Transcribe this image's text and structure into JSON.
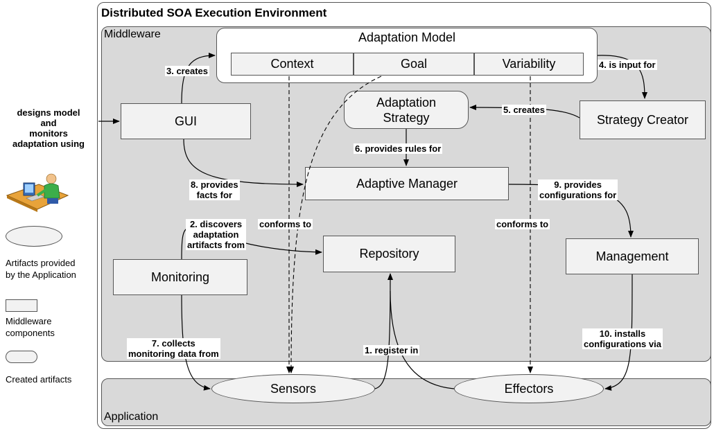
{
  "environment_title": "Distributed SOA Execution Environment",
  "regions": {
    "middleware": "Middleware",
    "application": "Application"
  },
  "model": {
    "title": "Adaptation Model",
    "context": "Context",
    "goal": "Goal",
    "variability": "Variability"
  },
  "components": {
    "gui": "GUI",
    "strategy_line1": "Adaptation",
    "strategy_line2": "Strategy",
    "strategy_creator": "Strategy Creator",
    "adaptive_manager": "Adaptive Manager",
    "repository": "Repository",
    "management": "Management",
    "monitoring": "Monitoring",
    "sensors": "Sensors",
    "effectors": "Effectors"
  },
  "edges": {
    "creates_3": "3. creates",
    "input_4": "4. is input for",
    "creates_5": "5. creates",
    "rules_6": "6. provides rules for",
    "facts_8_line1": "8. provides",
    "facts_8_line2": "facts for",
    "config_9_line1": "9. provides",
    "config_9_line2": "configurations for",
    "discovers_2_line1": "2. discovers",
    "discovers_2_line2": "adaptation",
    "discovers_2_line3": "artifacts from",
    "conforms_left": "conforms to",
    "conforms_right": "conforms to",
    "collects_7_line1": "7. collects",
    "collects_7_line2": "monitoring data from",
    "register_1": "1. register in",
    "installs_10_line1": "10. installs",
    "installs_10_line2": "configurations via"
  },
  "actor": {
    "line1": "designs model",
    "line2": "and",
    "line3": "monitors",
    "line4": "adaptation using"
  },
  "legend": {
    "app_line1": "Artifacts provided",
    "app_line2": "by the Application",
    "mw_line1": "Middleware",
    "mw_line2": "components",
    "created": "Created artifacts"
  }
}
